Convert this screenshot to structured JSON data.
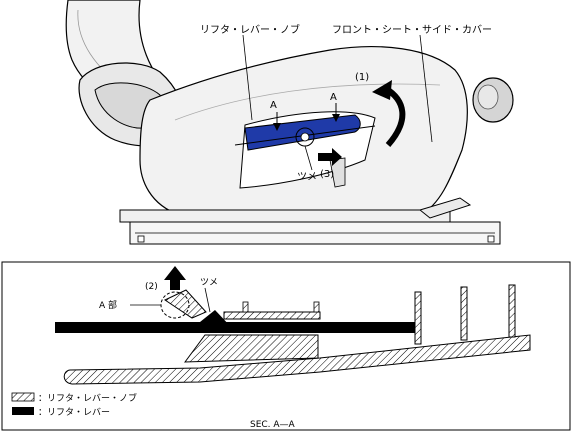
{
  "labels": {
    "lifter_knob": "リフタ・レバー・ノブ",
    "front_cover": "フロント・シート・サイド・カバー",
    "step1": "(1)",
    "step2": "(2)",
    "step3": "(3)",
    "mark_a1": "A",
    "mark_a2": "A",
    "claw_top": "ツメ",
    "claw_bottom": "ツメ",
    "part_a": "A 部"
  },
  "legend": {
    "knob": "：リフタ・レバー・ノブ",
    "lever": "：リフタ・レバー"
  },
  "section_title": "SEC. A—A",
  "colors": {
    "knob_highlight": "#1f3aa8",
    "outline": "#000000",
    "seat_fill": "#f2f2f2"
  }
}
